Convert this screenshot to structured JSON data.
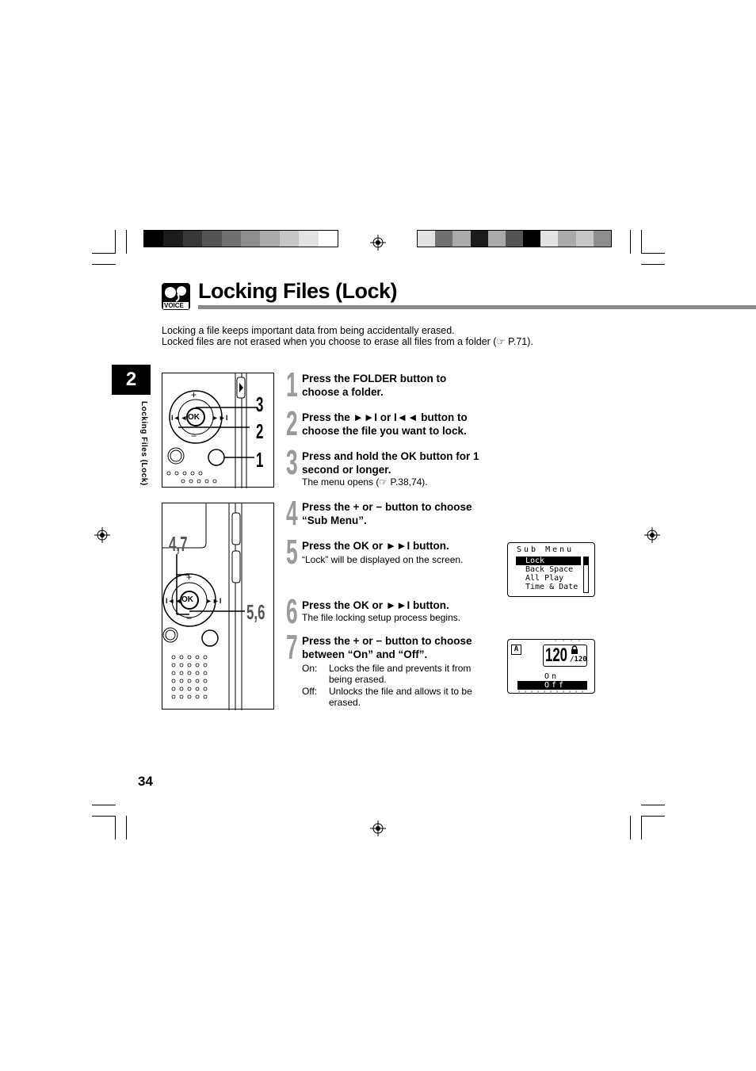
{
  "header": {
    "colors": [
      "#000000",
      "#1c1c1c",
      "#383838",
      "#555555",
      "#717171",
      "#8d8d8d",
      "#a9a9a9",
      "#c6c6c6",
      "#e2e2e2",
      "#ffffff"
    ],
    "colors_right": [
      "#e2e2e2",
      "#717171",
      "#a9a9a9",
      "#1c1c1c",
      "#a9a9a9",
      "#555555",
      "#000000",
      "#e2e2e2",
      "#a9a9a9",
      "#c6c6c6",
      "#8d8d8d"
    ]
  },
  "section": {
    "icon_label": "VOICE",
    "title": "Locking Files (Lock)",
    "intro_line1": "Locking a file keeps important data from being accidentally erased.",
    "intro_line2": "Locked files are not erased when you choose to erase all files from a folder (☞ P.71).",
    "chapter": "2",
    "side_label": "Locking Files (Lock)",
    "page_number": "34"
  },
  "illustration1": {
    "callouts": [
      "3",
      "2",
      "1"
    ],
    "ok_label": "OK",
    "plus": "+",
    "minus": "−"
  },
  "illustration2": {
    "callouts": [
      "4,7",
      "5,6"
    ],
    "ok_label": "OK",
    "plus": "+",
    "minus": "−"
  },
  "steps": [
    {
      "num": "1",
      "text": "Press the FOLDER button to choose a folder.",
      "sub": ""
    },
    {
      "num": "2",
      "text": "Press the ►►I or I◄◄ button to choose the file you want to lock.",
      "sub": ""
    },
    {
      "num": "3",
      "text": "Press and hold the OK button for 1 second or longer.",
      "sub": "The menu opens (☞ P.38,74)."
    },
    {
      "num": "4",
      "text": "Press the + or − button to choose “Sub Menu”.",
      "sub": ""
    },
    {
      "num": "5",
      "text": "Press the OK or ►►I button.",
      "sub": "“Lock” will be displayed on the screen."
    },
    {
      "num": "6",
      "text": "Press the OK or ►►I button.",
      "sub": "The file locking setup process begins."
    },
    {
      "num": "7",
      "text": "Press the + or − button to choose between “On” and “Off”.",
      "sub": ""
    }
  ],
  "step7_options": [
    {
      "key": "On:",
      "desc": "Locks the file and prevents it from being erased."
    },
    {
      "key": "Off:",
      "desc": "Unlocks the file and allows it to be erased."
    }
  ],
  "lcd1": {
    "title": "Sub Menu",
    "items": [
      "Lock",
      "Back Space",
      "All Play",
      "Time & Date"
    ],
    "selected": "Lock"
  },
  "lcd2": {
    "folder": "A",
    "file_number": "120",
    "total": "/120",
    "option_on": "On",
    "option_off": "Off"
  }
}
